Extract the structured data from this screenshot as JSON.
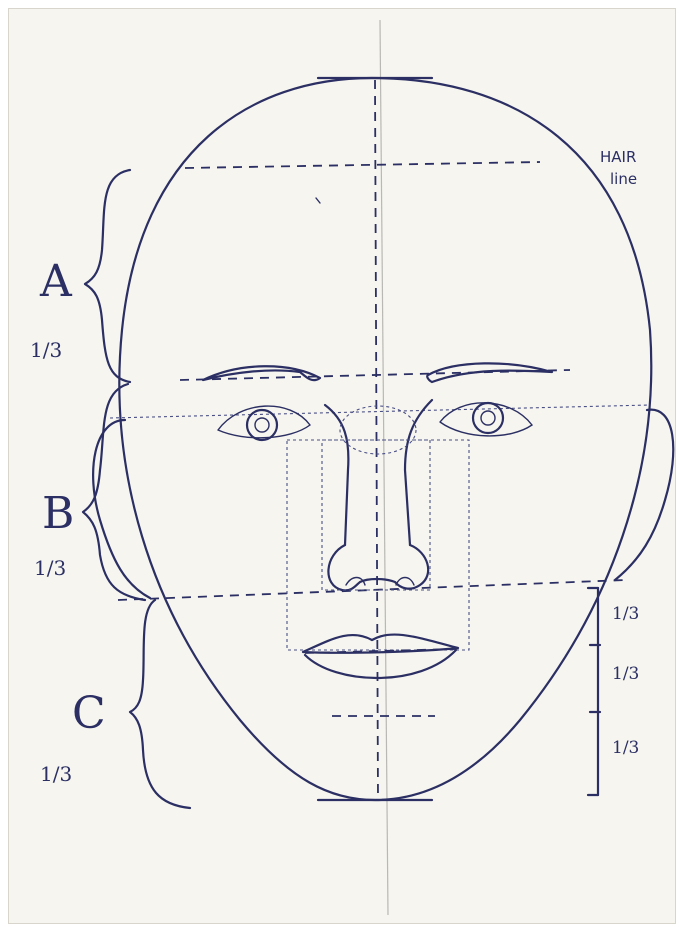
{
  "labels": {
    "hairline_line1": "HAIR",
    "hairline_line2": "line",
    "section_a": "A",
    "section_b": "B",
    "section_c": "C",
    "third": "1/3"
  },
  "ink_color": "#2b2f63"
}
